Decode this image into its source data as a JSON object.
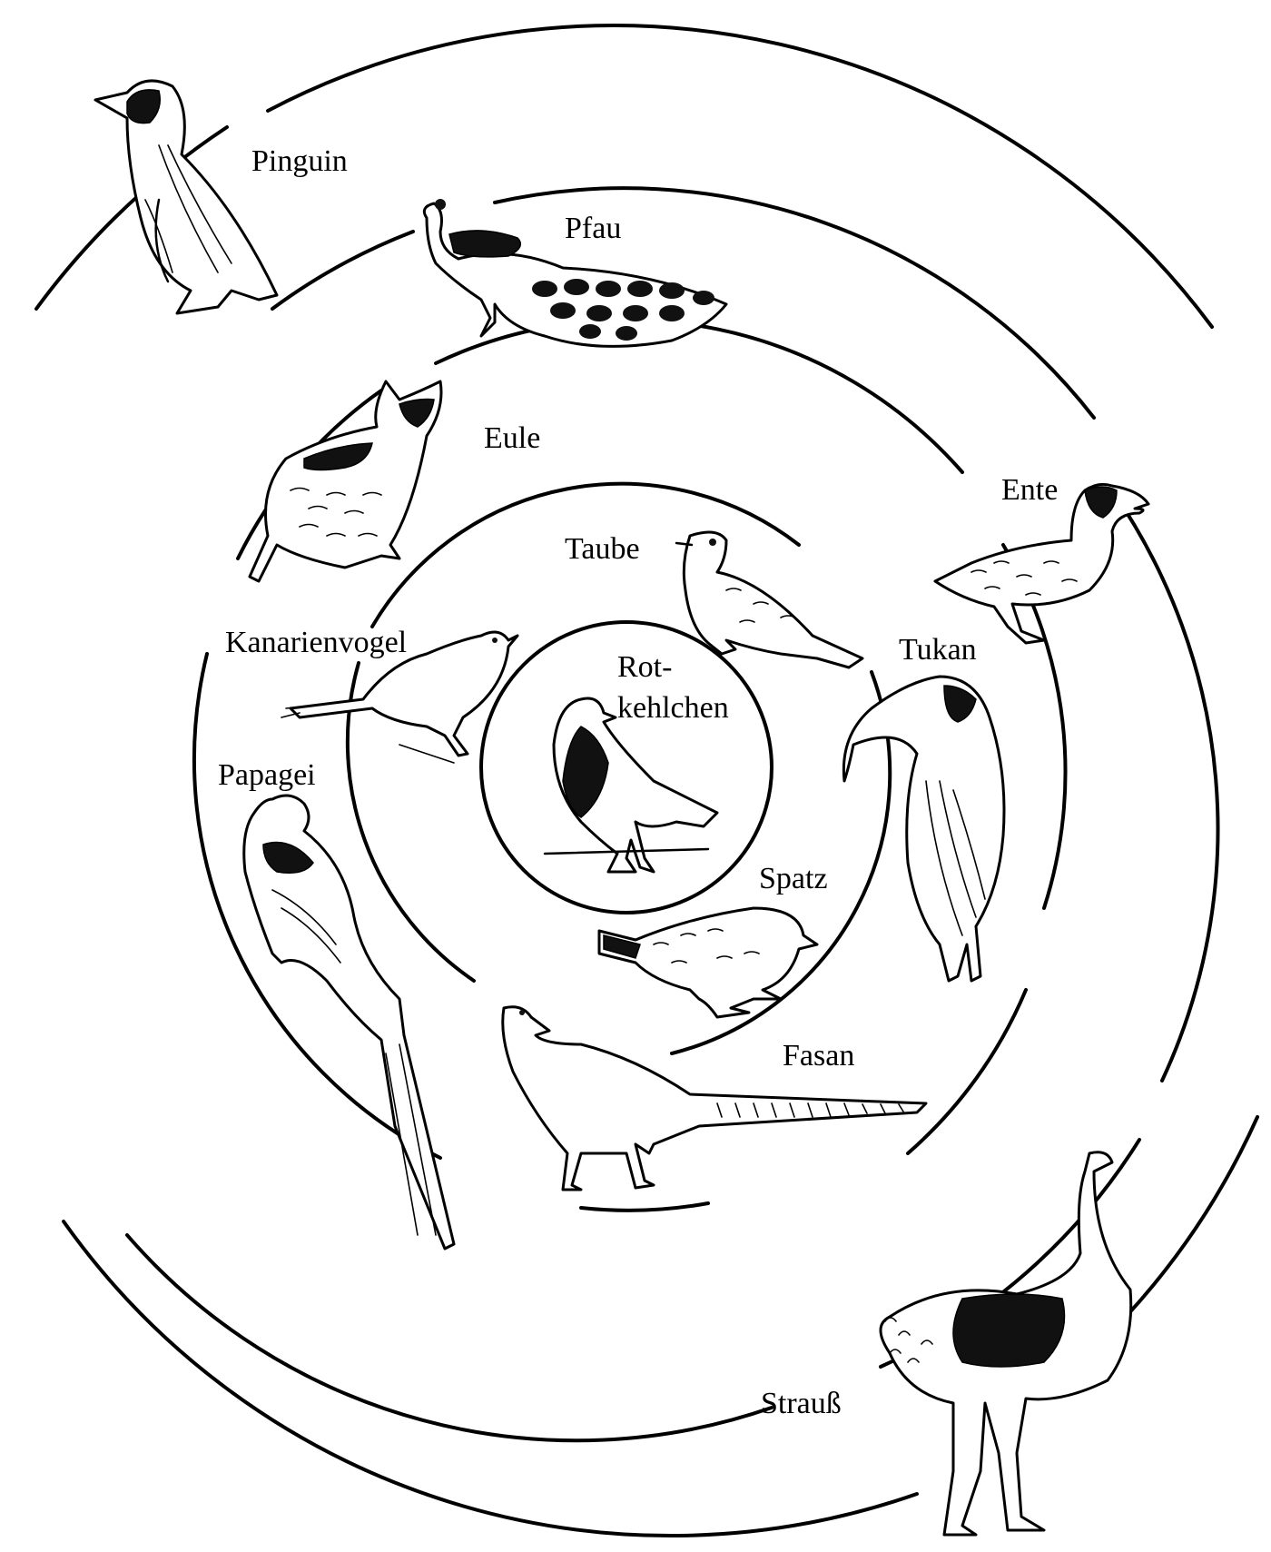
{
  "diagram": {
    "labels": {
      "pinguin": "Pinguin",
      "pfau": "Pfau",
      "eule": "Eule",
      "ente": "Ente",
      "taube": "Taube",
      "tukan": "Tukan",
      "kanarienvogel": "Kanarienvogel",
      "rotkehlchen_line1": "Rot-",
      "rotkehlchen_line2": "kehlchen",
      "papagei": "Papagei",
      "spatz": "Spatz",
      "fasan": "Fasan",
      "strauss": "Strauß"
    },
    "rings": 4,
    "colors": {
      "ink": "#000000",
      "paper": "#ffffff"
    }
  }
}
